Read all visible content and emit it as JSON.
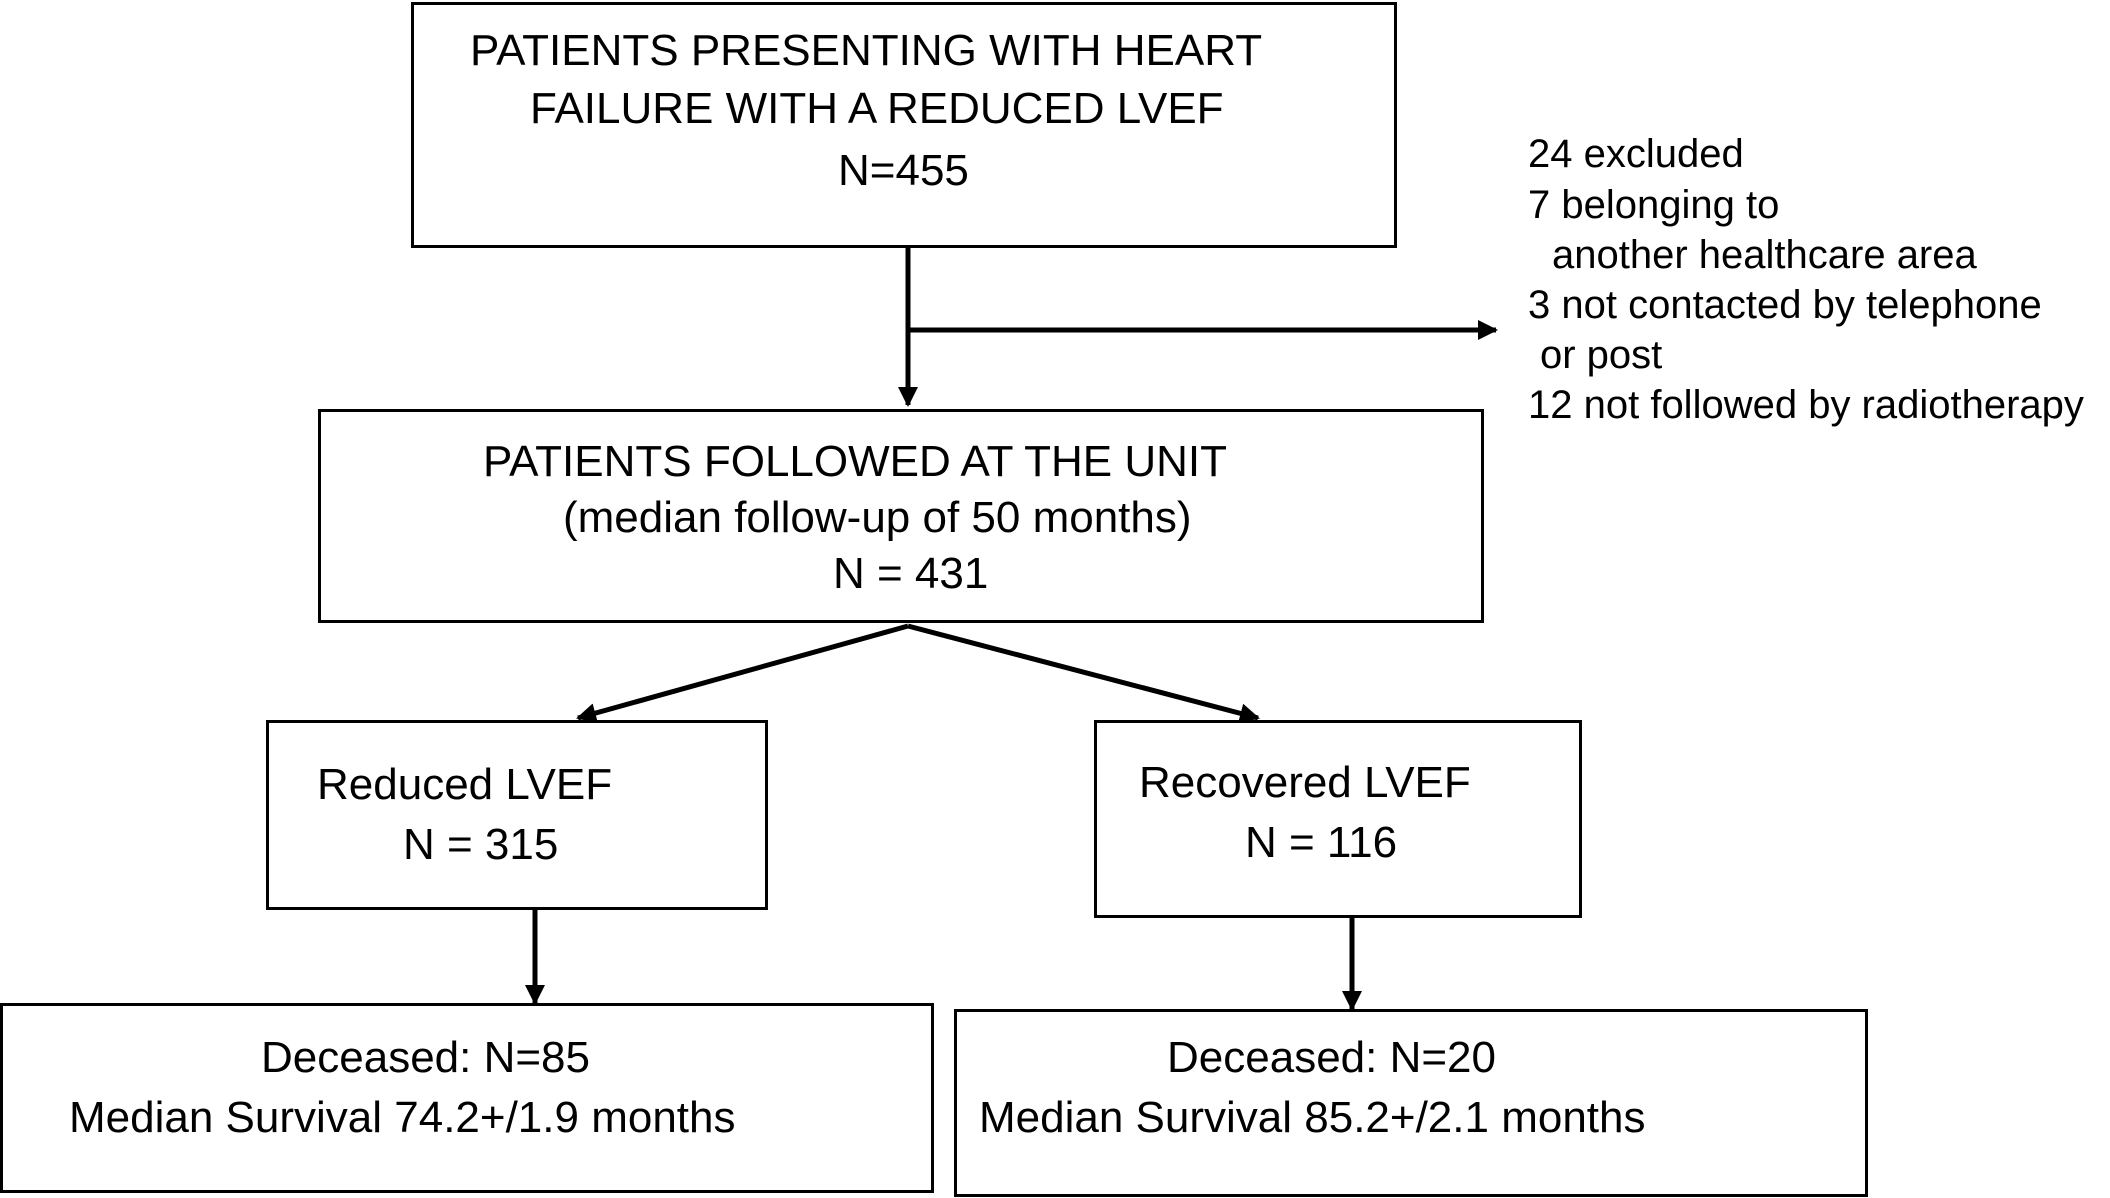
{
  "boxes": {
    "presenting": {
      "line1": "PATIENTS PRESENTING WITH HEART",
      "line2": "FAILURE WITH A REDUCED LVEF",
      "count": "N=455"
    },
    "followed": {
      "line1": "PATIENTS FOLLOWED AT THE UNIT",
      "line2": "(median follow-up of 50 months)",
      "count": "N = 431"
    },
    "reduced": {
      "label": "Reduced LVEF",
      "count": "N = 315"
    },
    "recovered": {
      "label": "Recovered LVEF",
      "count": "N = 116"
    },
    "reduced_outcome": {
      "deceased": "Deceased: N=85",
      "survival": "Median Survival 74.2+/1.9 months"
    },
    "recovered_outcome": {
      "deceased": "Deceased: N=20",
      "survival": "Median Survival 85.2+/2.1 months"
    }
  },
  "exclusions": {
    "total": "24 excluded",
    "reason1_a": "7 belonging to",
    "reason1_b": "another healthcare area",
    "reason2_a": "3 not contacted by telephone",
    "reason2_b": "or post",
    "reason3": "12 not followed by radiotherapy"
  }
}
